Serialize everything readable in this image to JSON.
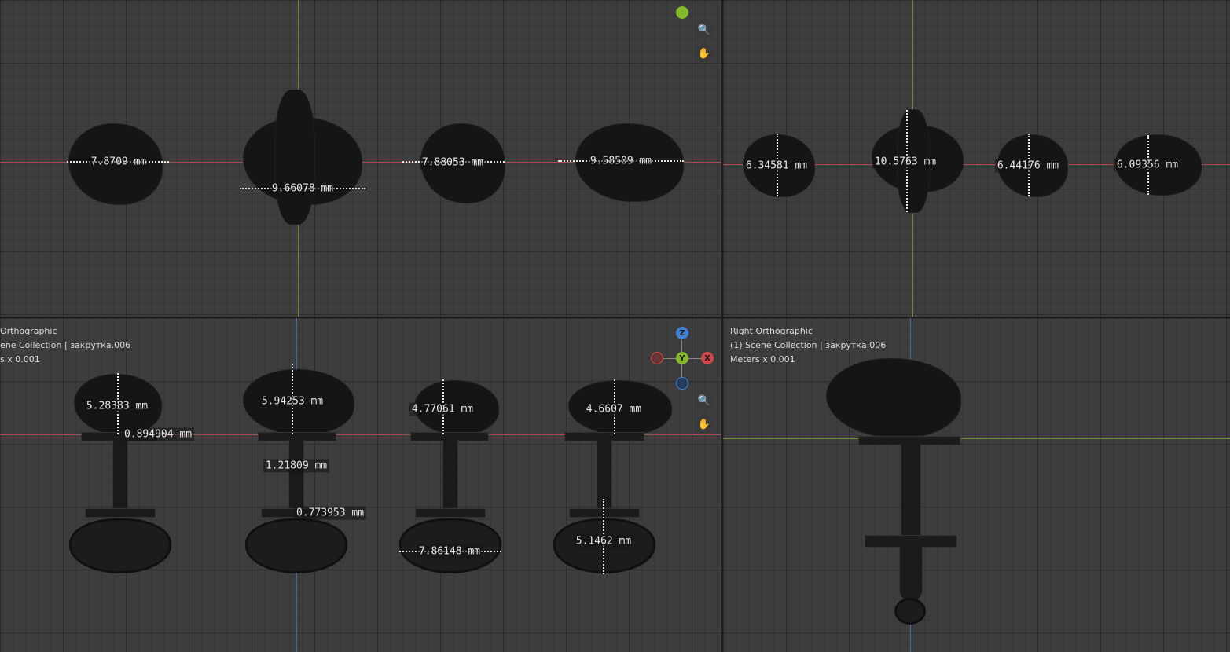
{
  "viewports": {
    "top_left": {
      "measurements": [
        "7.8709 mm",
        "9.66078 mm",
        "7.88053 mm",
        "9.58509 mm"
      ]
    },
    "top_right": {
      "measurements": [
        "6.34581 mm",
        "10.5763 mm",
        "6.44176 mm",
        "6.09356 mm"
      ]
    },
    "bottom_left": {
      "view_name": "Orthographic",
      "collection": "ene Collection | закрутка.006",
      "units": "s x 0.001",
      "measurements": [
        "5.28383 mm",
        "0.894904 mm",
        "5.94253 mm",
        "1.21809 mm",
        "0.773953 mm",
        "4.77061 mm",
        "7.86148 mm",
        "4.6607 mm",
        "5.1462 mm"
      ]
    },
    "bottom_right": {
      "view_name": "Right Orthographic",
      "collection": "(1) Scene Collection | закрутка.006",
      "units": "Meters x 0.001"
    }
  },
  "gizmo": {
    "z": "Z",
    "y": "Y",
    "x": "X"
  },
  "icons": [
    "zoom-icon",
    "pan-hand-icon"
  ],
  "colors": {
    "x_axis": "#b84a4a",
    "y_axis": "#6c8f2c",
    "z_axis": "#3f6fb3",
    "gizmo_x": "#d04848",
    "gizmo_y": "#86b82c",
    "gizmo_z": "#3f7fd4"
  }
}
